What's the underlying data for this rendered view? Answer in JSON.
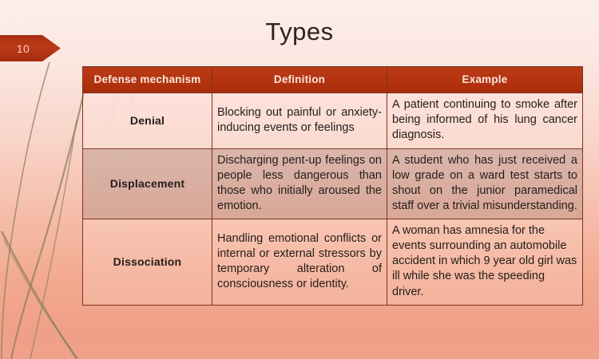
{
  "slide": {
    "number": "10",
    "title": "Types",
    "badge_color": "#b3330f",
    "header_color": "#b3330f",
    "background_top_color": "#fdeeea",
    "background_bottom_color": "#f0a088",
    "border_color": "#7c3420"
  },
  "table": {
    "headers": [
      "Defense mechanism",
      "Definition",
      "Example"
    ],
    "rows": [
      {
        "term": "Denial",
        "definition": "Blocking out painful or anxiety-inducing events or feelings",
        "example": "A patient continuing to smoke after being informed of his lung cancer diagnosis."
      },
      {
        "term": "Displacement",
        "definition": "Discharging pent-up feelings on people less dangerous than those who initially aroused the emotion.",
        "example": "A student who has just received a low grade on a ward test starts to shout on the junior paramedical staff over a trivial misunderstanding."
      },
      {
        "term": "Dissociation",
        "definition": "Handling emotional conflicts or internal or external stressors by temporary alteration of consciousness or identity.",
        "example": "A woman has amnesia for the events surrounding an automobile accident in which 9 year old girl was ill while she was the speeding driver."
      }
    ]
  }
}
